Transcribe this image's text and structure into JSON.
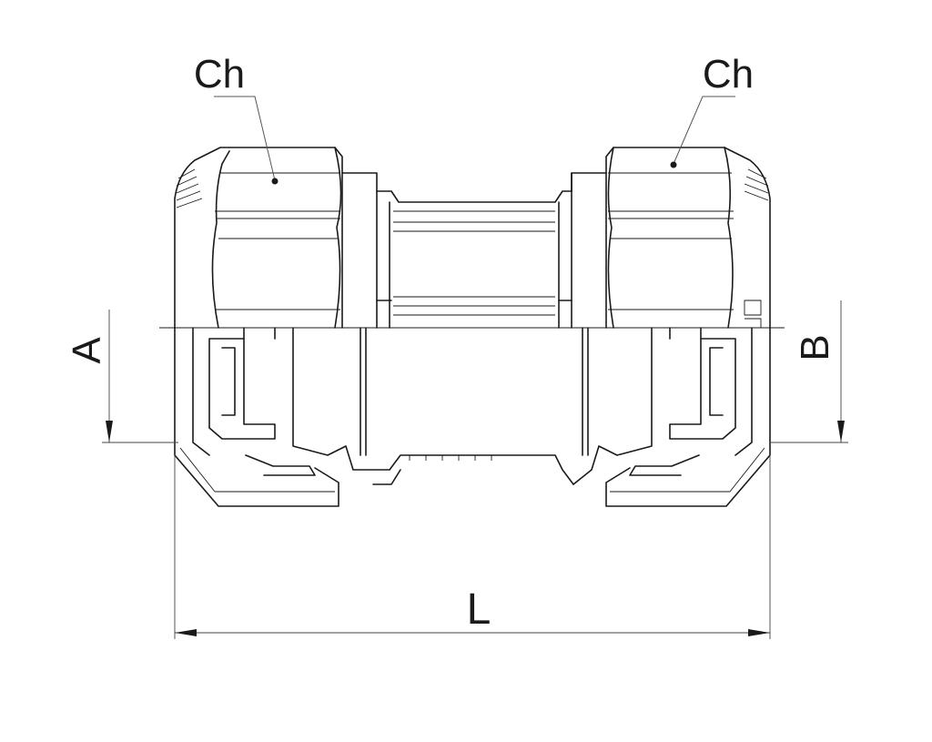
{
  "labels": {
    "ch_left": "Ch",
    "ch_right": "Ch",
    "dim_a": "A",
    "dim_b": "B",
    "dim_l": "L"
  },
  "colors": {
    "line": "#1a1a1a",
    "background": "#ffffff"
  }
}
